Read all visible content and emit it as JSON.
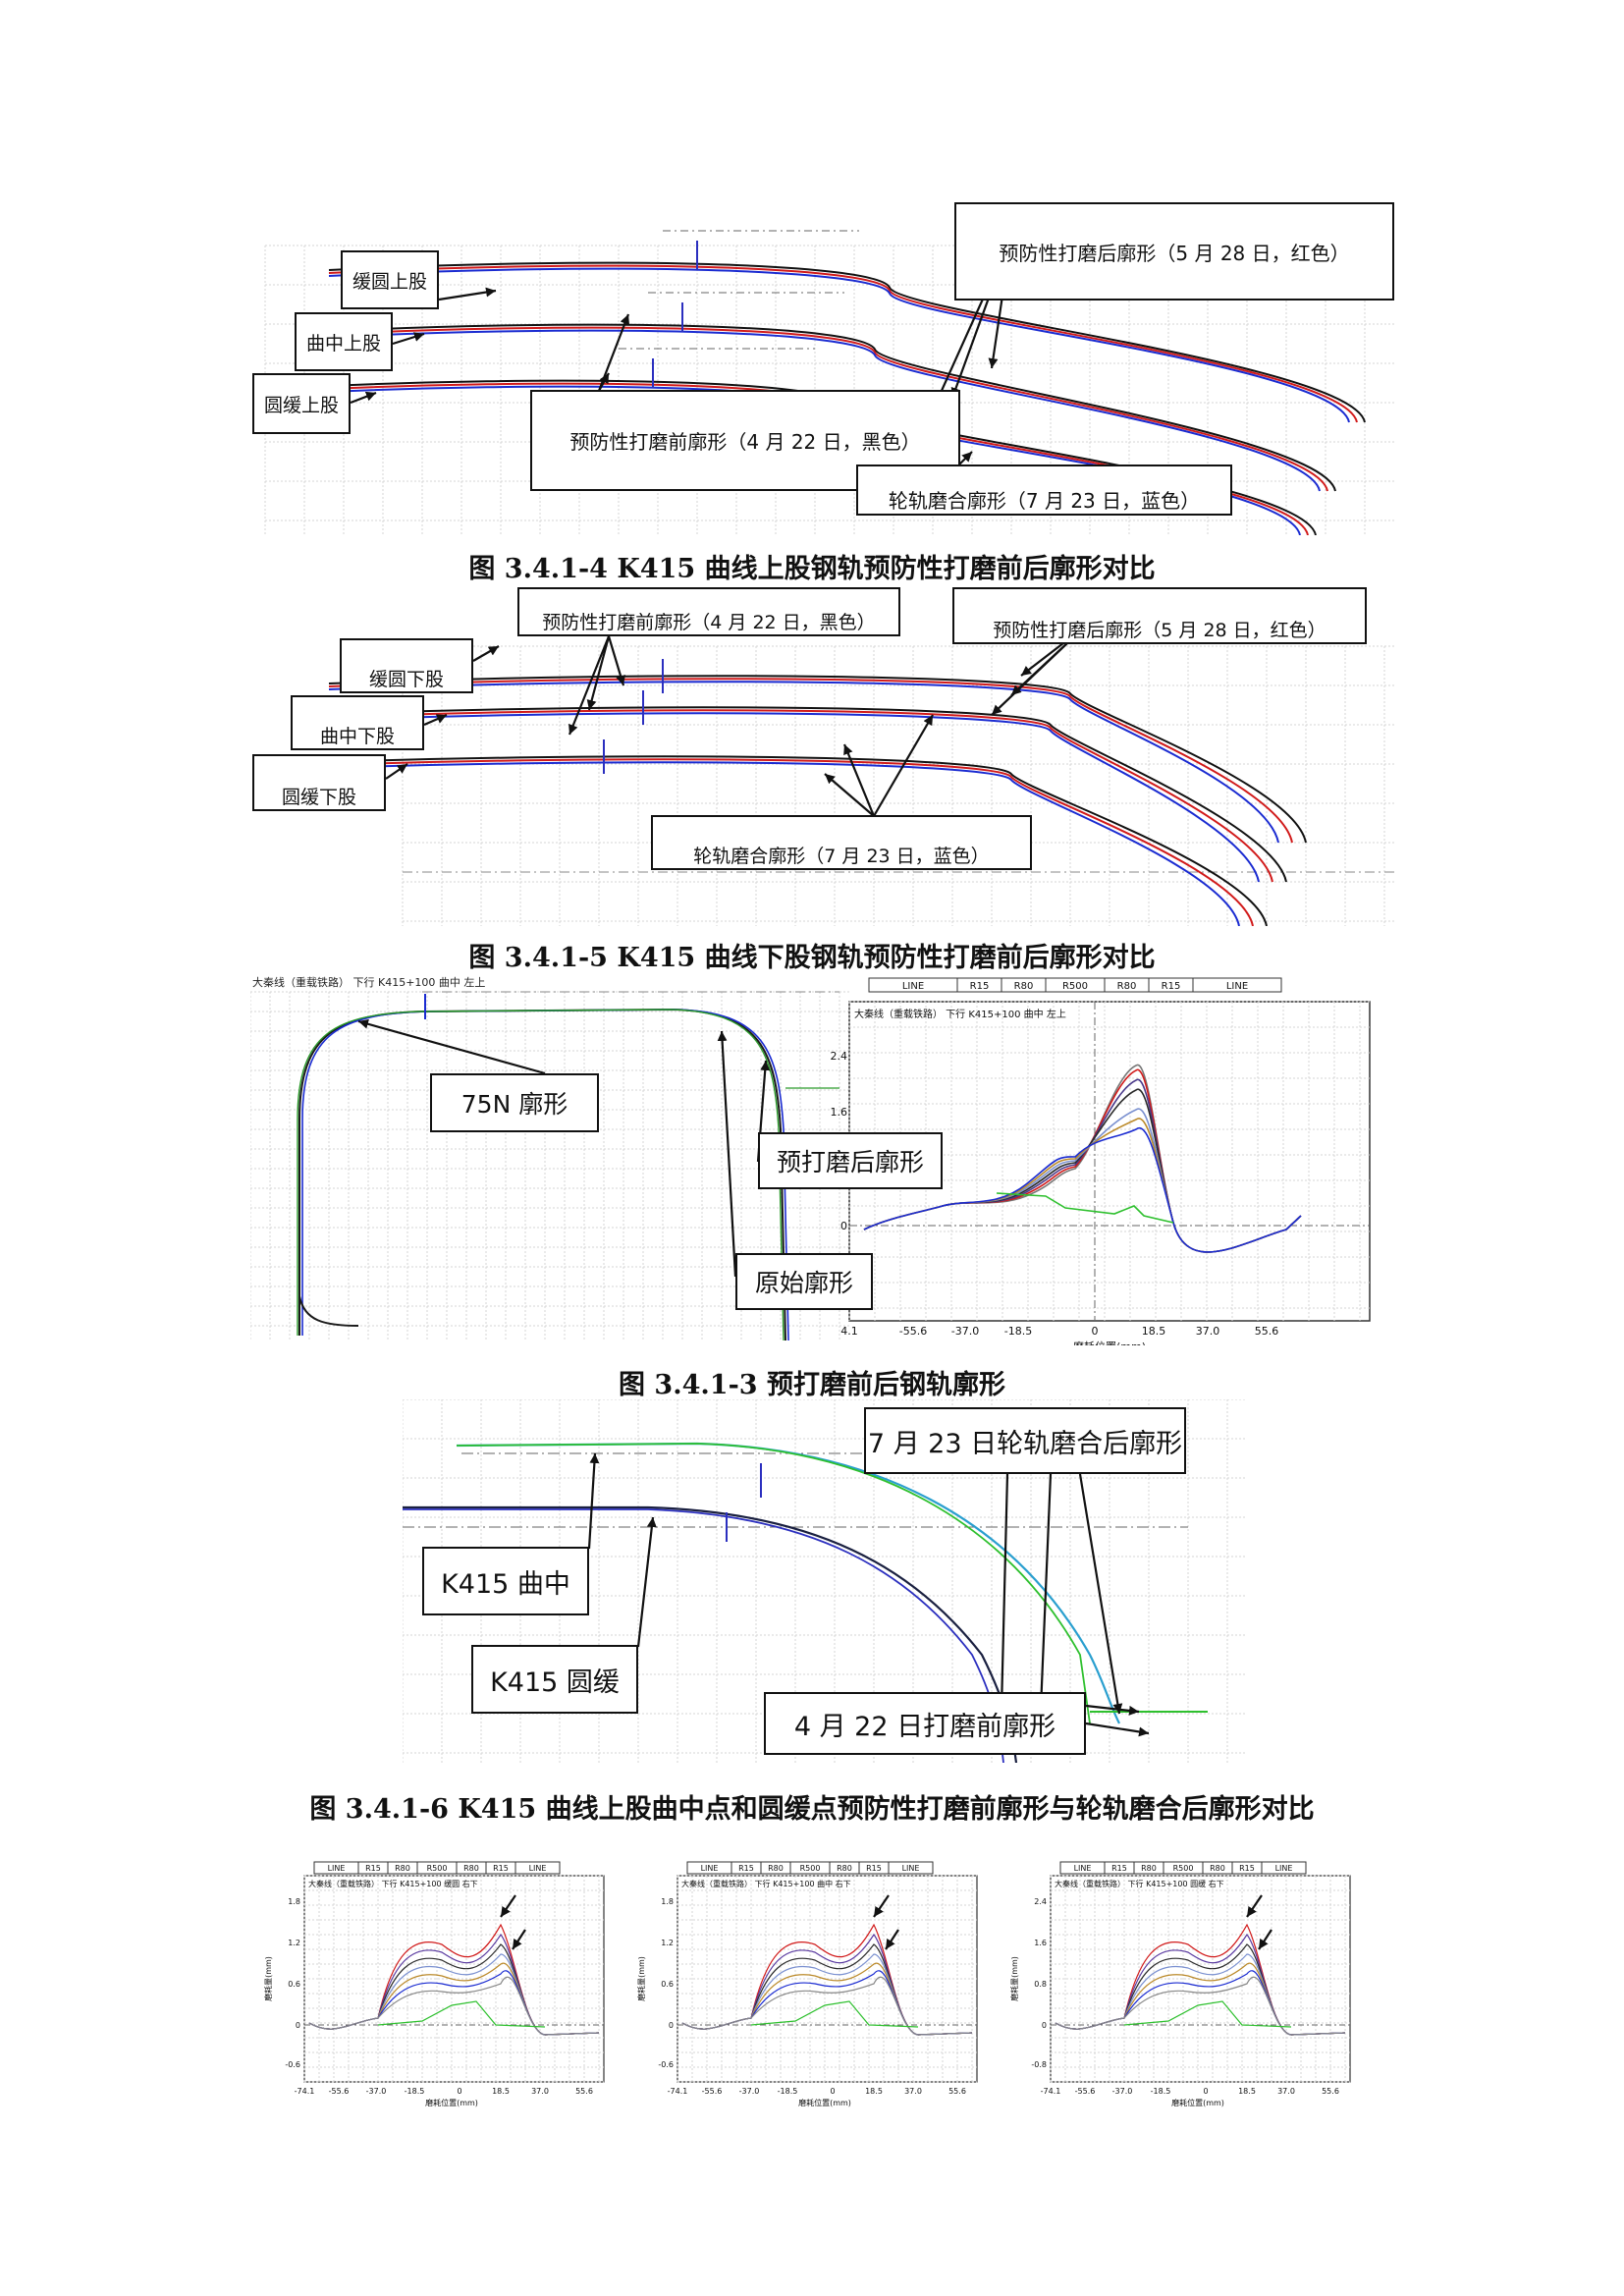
{
  "fig1": {
    "caption": "图 3.4.1-4 K415 曲线上股钢轨预防性打磨前后廓形对比",
    "labels": {
      "huanyuan": "缓圆上股",
      "quzhong": "曲中上股",
      "yuanhuan": "圆缓上股",
      "after": "预防性打磨后廓形（5 月 28 日，红色）",
      "before": "预防性打磨前廓形（4 月 22 日，黑色）",
      "wheel": "轮轨磨合廓形（7 月 23 日，蓝色）"
    },
    "colors": {
      "before": "#111111",
      "after": "#d11a1a",
      "wheel": "#1a2bd1"
    }
  },
  "fig2": {
    "caption": "图 3.4.1-5 K415 曲线下股钢轨预防性打磨前后廓形对比",
    "labels": {
      "before": "预防性打磨前廓形（4 月 22 日，黑色）",
      "after": "预防性打磨后廓形（5 月 28 日，红色）",
      "huanyuan": "缓圆下股",
      "quzhong": "曲中下股",
      "yuanhuan": "圆缓下股",
      "wheel": "轮轨磨合廓形（7 月 23 日，蓝色）"
    }
  },
  "fig3": {
    "caption": "图 3.4.1-3  预打磨前后钢轨廓形",
    "header_text": "大秦线（重载铁路） 下行 K415+100 曲中 左上",
    "labels": {
      "n75": "75N 廓形",
      "after": "预打磨后廓形",
      "orig": "原始廓形"
    },
    "chart": {
      "zones": [
        "LINE",
        "R15",
        "R80",
        "R500",
        "R80",
        "R15",
        "LINE"
      ],
      "title": "大秦线（重载铁路） 下行 K415+100 曲中 左上",
      "yticks": [
        "2.4",
        "1.6",
        "0"
      ],
      "xticks": [
        "4.1",
        "-55.6",
        "-37.0",
        "-18.5",
        "0",
        "18.5",
        "37.0",
        "55.6"
      ],
      "xlabel": "磨耗位置(mm)"
    }
  },
  "fig4": {
    "caption": "图 3.4.1-6 K415 曲线上股曲中点和圆缓点预防性打磨前廓形与轮轨磨合后廓形对比",
    "labels": {
      "wheel": "7 月 23 日轮轨磨合后廓形",
      "quzhong": "K415 曲中",
      "yuanhuan": "K415 圆缓",
      "before": "4 月 22 日打磨前廓形"
    }
  },
  "fig5": {
    "zones": [
      "LINE",
      "R15",
      "R80",
      "R500",
      "R80",
      "R15",
      "LINE"
    ],
    "xticks": [
      "-74.1",
      "-55.6",
      "-37.0",
      "-18.5",
      "0",
      "18.5",
      "37.0",
      "55.6"
    ],
    "xlabel": "磨耗位置(mm)",
    "ylabel": "磨耗量(mm)",
    "panels": [
      {
        "title": "大秦线（重载铁路） 下行 K415+100 缓圆 右下",
        "yticks": [
          "1.8",
          "1.2",
          "0.6",
          "0",
          "-0.6"
        ]
      },
      {
        "title": "大秦线（重载铁路） 下行 K415+100 曲中 右下",
        "yticks": [
          "1.8",
          "1.2",
          "0.6",
          "0",
          "-0.6"
        ]
      },
      {
        "title": "大秦线（重载铁路） 下行 K415+100 圆缓 右下",
        "yticks": [
          "2.4",
          "1.6",
          "0.8",
          "0",
          "-0.8"
        ]
      }
    ]
  }
}
